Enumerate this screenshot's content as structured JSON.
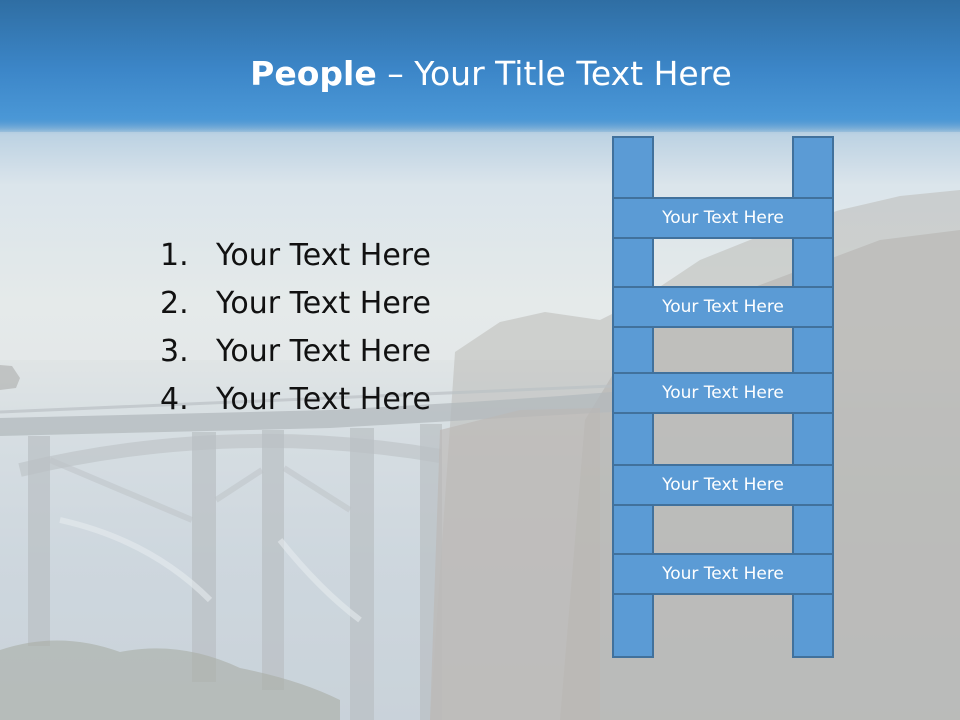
{
  "slide": {
    "title_bold": "People",
    "title_rest": " – Your Title Text Here"
  },
  "list": {
    "items": [
      {
        "number": "1.",
        "text": "Your Text Here"
      },
      {
        "number": "2.",
        "text": "Your Text Here"
      },
      {
        "number": "3.",
        "text": "Your Text Here"
      },
      {
        "number": "4.",
        "text": "Your Text Here"
      }
    ]
  },
  "ladder": {
    "steps": [
      "Your Text Here",
      "Your Text Here",
      "Your Text Here",
      "Your Text Here",
      "Your Text Here"
    ]
  },
  "colors": {
    "header_blue": "#3c86c8",
    "ladder_fill": "#5b9bd5",
    "ladder_border": "#41719c",
    "title_text": "#ffffff",
    "list_text": "#111111"
  }
}
